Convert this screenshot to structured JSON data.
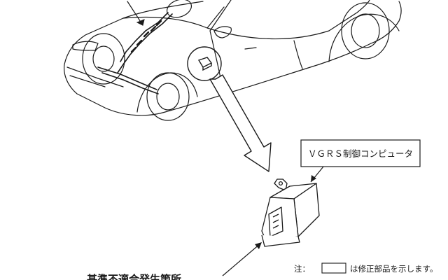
{
  "diagram": {
    "computer_label": "ＶＧＲＳ制御コンピュータ",
    "defect_label": "基準不適合発生箇所",
    "note_prefix": "注：",
    "note_suffix": "は修正部品を示します。"
  },
  "colors": {
    "line": "#1a1a1a",
    "background": "#ffffff"
  }
}
